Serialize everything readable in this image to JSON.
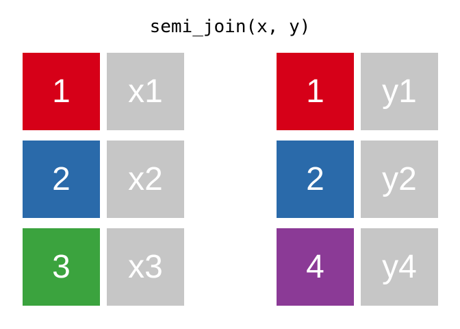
{
  "title": "semi_join(x, y)",
  "palette": {
    "background": "#ffffff",
    "value_cell": "#c6c6c6",
    "text_on_cell": "#ffffff",
    "title_text": "#000000",
    "key_1": "#d60018",
    "key_2": "#2a6aaa",
    "key_3": "#3ba33e",
    "key_4": "#8b3a96"
  },
  "tables": [
    {
      "name": "x",
      "rows": [
        {
          "key": "1",
          "key_color": "#d60018",
          "value": "x1"
        },
        {
          "key": "2",
          "key_color": "#2a6aaa",
          "value": "x2"
        },
        {
          "key": "3",
          "key_color": "#3ba33e",
          "value": "x3"
        }
      ]
    },
    {
      "name": "y",
      "rows": [
        {
          "key": "1",
          "key_color": "#d60018",
          "value": "y1"
        },
        {
          "key": "2",
          "key_color": "#2a6aaa",
          "value": "y2"
        },
        {
          "key": "4",
          "key_color": "#8b3a96",
          "value": "y4"
        }
      ]
    }
  ]
}
